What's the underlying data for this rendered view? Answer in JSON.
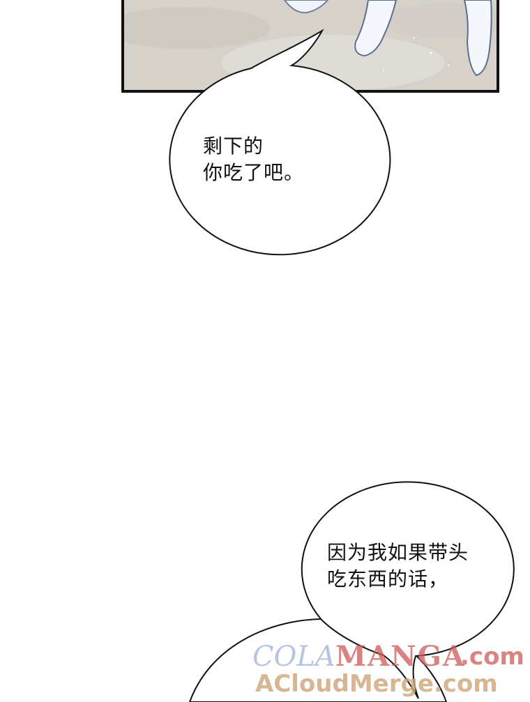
{
  "bubbles": [
    {
      "lines": [
        "剩下的",
        "你吃了吧。"
      ]
    },
    {
      "lines": [
        "因为我如果带头",
        "吃东西的话，"
      ]
    }
  ],
  "watermark": {
    "brand_part1": "COLA",
    "brand_part2": "MANGA",
    "domain_suffix": ".com",
    "line2": "ACloudMerge.com"
  }
}
